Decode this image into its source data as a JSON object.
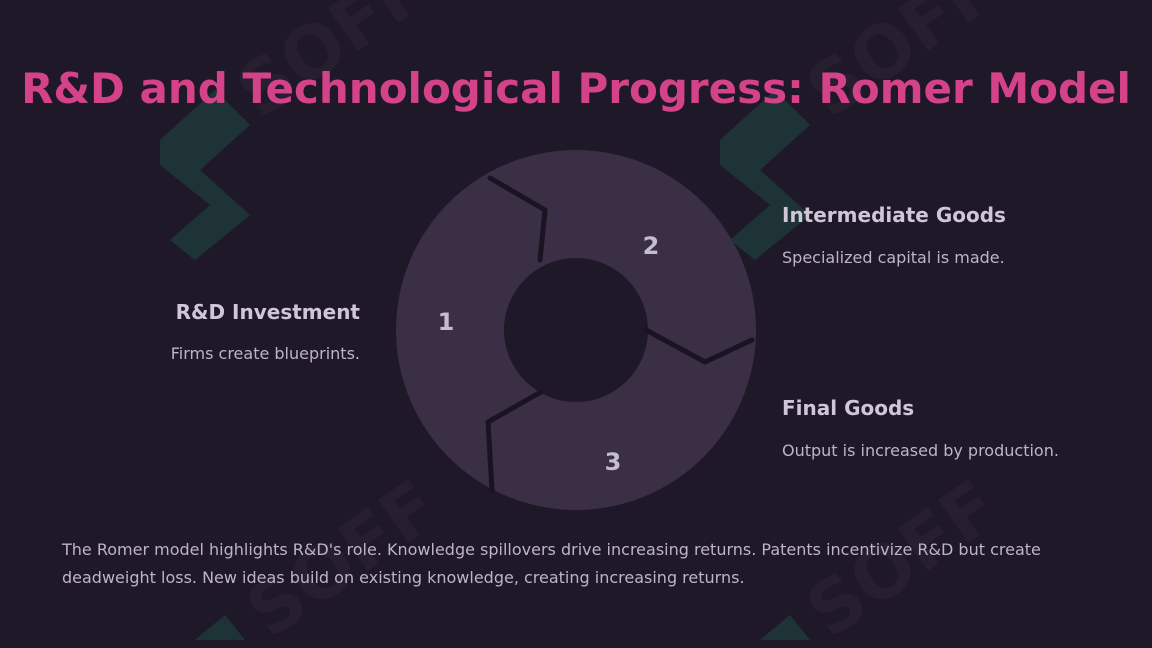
{
  "slide": {
    "title": "R&D and Technological Progress: Romer Model"
  },
  "cycle": {
    "steps": [
      {
        "number": "1",
        "title": "R&D Investment",
        "description": "Firms create blueprints."
      },
      {
        "number": "2",
        "title": "Intermediate Goods",
        "description": "Specialized capital is made."
      },
      {
        "number": "3",
        "title": "Final Goods",
        "description": "Output is increased by production."
      }
    ]
  },
  "summary": "The Romer model highlights R&D's role. Knowledge spillovers drive increasing returns. Patents incentivize R&D but create deadweight loss. New ideas build on existing knowledge, creating increasing returns.",
  "colors": {
    "background": "#1f1829",
    "title": "#d4438a",
    "segment": "#3a2f45",
    "segment_border": "#1a1322",
    "text": "#cfc7d8",
    "watermark": "#1e4a40"
  }
}
